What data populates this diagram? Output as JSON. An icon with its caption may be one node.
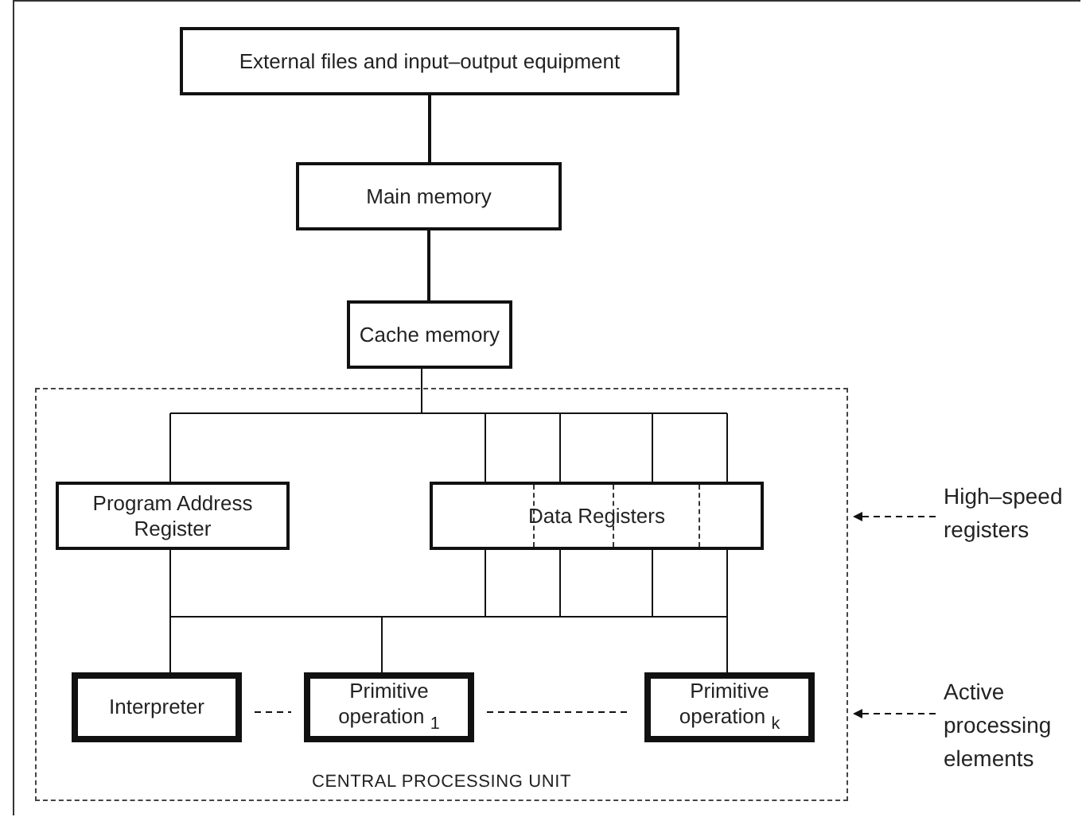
{
  "diagram": {
    "nodes": [
      {
        "text": [
          "External files and input–output equipment"
        ]
      },
      {
        "text": [
          "Main memory"
        ]
      },
      {
        "text": [
          "Cache memory"
        ]
      },
      {
        "text": [
          "CENTRAL PROCESSING UNIT"
        ]
      },
      {
        "text": [
          "Program Address Register"
        ],
        "in": 3
      },
      {
        "text": [
          "Data Registers"
        ],
        "in": 3
      },
      {
        "text": [
          "Interpreter"
        ],
        "in": 3
      },
      {
        "text": [
          "Primitive operation $_{1}$"
        ],
        "in": 3
      },
      {
        "text": [
          "Primitive operation $_{k}$"
        ],
        "in": 3
      },
      {
        "text": [
          "High–speed registers"
        ]
      },
      {
        "text": [
          "Active processing elements"
        ]
      }
    ],
    "edges": [
      {
        "from": 0,
        "to": 1,
        "arrow": "none"
      },
      {
        "from": 1,
        "to": 2,
        "arrow": "none"
      },
      {
        "from": 2,
        "to": 4,
        "arrow": "none"
      },
      {
        "from": 2,
        "to": 5,
        "arrow": "none"
      },
      {
        "from": 4,
        "to": 6,
        "arrow": "none"
      },
      {
        "from": 4,
        "to": 7,
        "arrow": "none"
      },
      {
        "from": 4,
        "to": 8,
        "arrow": "none"
      },
      {
        "from": 5,
        "to": 6,
        "arrow": "none"
      },
      {
        "from": 5,
        "to": 7,
        "arrow": "none"
      },
      {
        "from": 5,
        "to": 8,
        "arrow": "none"
      },
      {
        "from": 6,
        "to": 7,
        "arrow": "none",
        "style": "dashed"
      },
      {
        "from": 7,
        "to": 8,
        "arrow": "none",
        "style": "dashed"
      },
      {
        "from": 9,
        "to": 3,
        "arrow": "to",
        "style": "dashed"
      },
      {
        "from": 10,
        "to": 3,
        "arrow": "to",
        "style": "dashed"
      }
    ]
  }
}
